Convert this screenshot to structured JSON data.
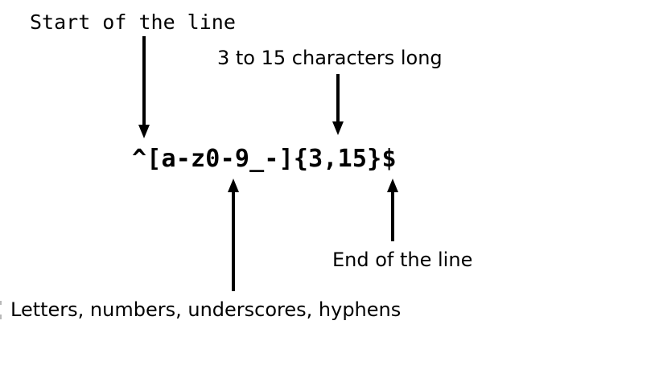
{
  "diagram": {
    "title": "regex-explanation",
    "regex": "^[a-z0-9_-]{3,15}$",
    "annotations": {
      "start_of_line": "Start of the line",
      "length": "3 to 15 characters long",
      "charset": "Letters, numbers, underscores, hyphens",
      "end_of_line": "End of the line"
    },
    "colors": {
      "text": "#000000",
      "background": "#ffffff"
    }
  }
}
